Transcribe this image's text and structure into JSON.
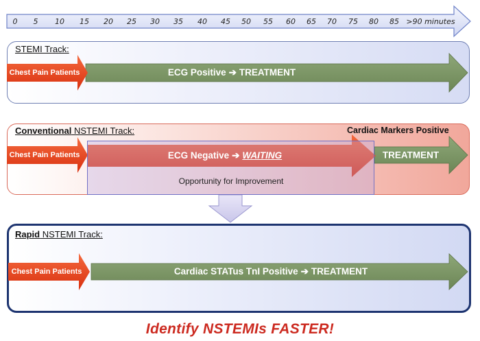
{
  "axis": {
    "ticks": [
      "0",
      "5",
      "10",
      "15",
      "20",
      "25",
      "30",
      "35",
      "40",
      "45",
      "50",
      "55",
      "60",
      "65",
      "70",
      "75",
      "80",
      "85",
      ">90 minutes"
    ]
  },
  "stemi": {
    "title_plain": "STEMI Track:",
    "start_label": "Chest Pain Patients",
    "main_left": "ECG Positive",
    "main_right": "TREATMENT"
  },
  "conventional": {
    "title_bold": "Conventional",
    "title_rest": " NSTEMI Track:",
    "markers_label": "Cardiac Markers Positive",
    "start_label": "Chest Pain Patients",
    "main_left": "ECG Negative",
    "main_right": "WAITING",
    "treatment_label": "TREATMENT",
    "opportunity": "Opportunity for Improvement"
  },
  "rapid": {
    "title_bold": "Rapid",
    "title_rest": " NSTEMI Track:",
    "start_label": "Chest Pain Patients",
    "main_left": "Cardiac STATus TnI Positive",
    "main_right": "TREATMENT"
  },
  "arrow_glyph": "➔",
  "caption": "Identify NSTEMIs FASTER!",
  "colors": {
    "red_arrow": "#e8401c",
    "green_arrow": "#7a9462",
    "axis_fill": "#e3e7f7",
    "axis_border": "#6f83c8",
    "caption": "#cc2a20"
  }
}
